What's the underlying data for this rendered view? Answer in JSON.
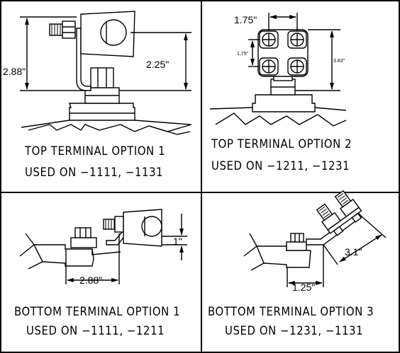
{
  "panels": {
    "top_left": {
      "caption_line1": "TOP TERMINAL OPTION 1",
      "caption_line2": "USED ON −1111, −1131",
      "dim_height": "2.88\"",
      "dim_drop": "2.25\""
    },
    "top_right": {
      "caption_line1": "TOP TERMINAL OPTION 2",
      "caption_line2": "USED ON −1211, −1231",
      "dim_width": "1.75\"",
      "dim_spacing": "1.75\"",
      "dim_height": "3.63\""
    },
    "bottom_left": {
      "caption_line1": "BOTTOM TERMINAL OPTION 1",
      "caption_line2": "USED ON −1111, −1211",
      "dim_width": "2.88\"",
      "dim_offset": "1\""
    },
    "bottom_right": {
      "caption_line1": "BOTTOM TERMINAL OPTION 3",
      "caption_line2": "USED ON −1231, −1131",
      "dim_width": "1.25\"",
      "dim_diag": "3.1\""
    }
  }
}
